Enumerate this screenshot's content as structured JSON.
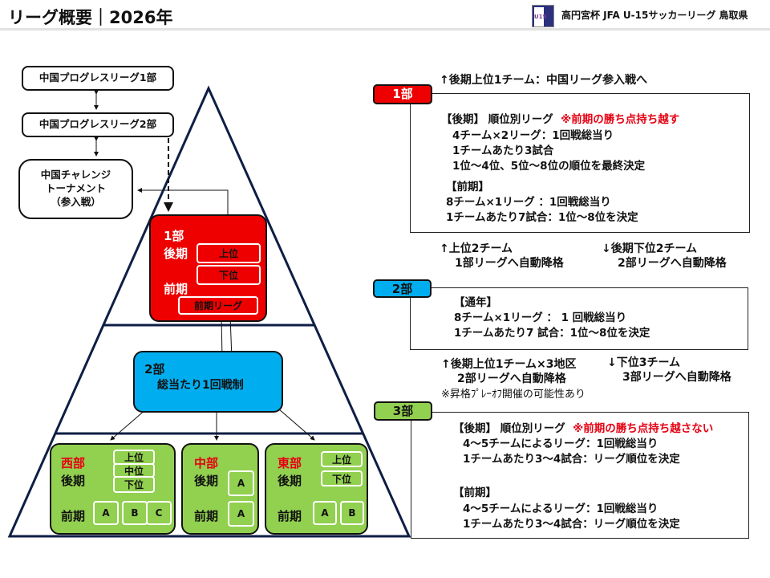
{
  "header": {
    "title": "リーグ概要｜2026年",
    "logo_text": "高円宮杯 JFA U-15サッカーリーグ 鳥取県",
    "logo_mark": "U15"
  },
  "colors": {
    "div1": "#ee0000",
    "div2": "#00aeef",
    "div3": "#92d050",
    "note": "#e50012",
    "pyramid": "#0e1e46"
  },
  "left": {
    "progress1": "中国プログレスリーグ1部",
    "progress2": "中国プログレスリーグ2部",
    "challenge": [
      "中国チャレンジ",
      "トーナメント",
      "（参入戦）"
    ],
    "div1": {
      "name": "1部",
      "late": "後期",
      "early": "前期",
      "upper": "上位",
      "lower": "下位",
      "early_league": "前期リーグ"
    },
    "div2": {
      "name": "2部",
      "desc": "総当たり1回戦制"
    },
    "west": {
      "name": "西部",
      "late": "後期",
      "early": "前期",
      "late_groups": [
        "上位",
        "中位",
        "下位"
      ],
      "early_groups": [
        "A",
        "B",
        "C"
      ]
    },
    "central": {
      "name": "中部",
      "late": "後期",
      "early": "前期",
      "late_groups": [
        "A"
      ],
      "early_groups": [
        "A"
      ]
    },
    "east": {
      "name": "東部",
      "late": "後期",
      "early": "前期",
      "late_groups": [
        "上位",
        "下位"
      ],
      "early_groups": [
        "A",
        "B"
      ]
    }
  },
  "right": {
    "top_note": "↑後期上位1チーム：中国リーグ参入戦へ",
    "div1": {
      "tag": "1部",
      "late_head": "【後期】 順位別リーグ",
      "late_note": "※前期の勝ち点持ち越す",
      "late_lines": [
        "4チーム×2リーグ：1回戦総当り",
        "1チームあたり3試合",
        "1位～4位、5位～8位の順位を最終決定"
      ],
      "early_head": "【前期】",
      "early_lines": [
        "8チーム×1リーグ ：1回戦総当り",
        "1チームあたり7試合：1位～8位を決定"
      ]
    },
    "mid1": {
      "up": [
        "↑上位2チーム",
        "1部リーグへ自動降格"
      ],
      "down": [
        "↓後期下位2チーム",
        "2部リーグへ自動降格"
      ]
    },
    "div2": {
      "tag": "2部",
      "head": "【通年】",
      "lines": [
        "8チーム×1リーグ ： 1 回戦総当り",
        "1チームあたり7 試合：1位～8位を決定"
      ]
    },
    "mid2": {
      "up": [
        "↑後期上位1チーム×3地区",
        "2部リーグへ自動降格"
      ],
      "down": [
        "↓下位3チーム",
        "3部リーグへ自動降格"
      ],
      "note": "※昇格ﾌﾟﾚｰｵﾌ開催の可能性あり"
    },
    "div3": {
      "tag": "3部",
      "late_head": "【後期】 順位別リーグ",
      "late_note": "※前期の勝ち点持ち越さない",
      "late_lines": [
        "4～5チームによるリーグ：1回戦総当り",
        "1チームあたり3～4試合：リーグ順位を決定"
      ],
      "early_head": "【前期】",
      "early_lines": [
        "4～5チームによるリーグ：1回戦総当り",
        "1チームあたり3～4試合：リーグ順位を決定"
      ]
    }
  }
}
